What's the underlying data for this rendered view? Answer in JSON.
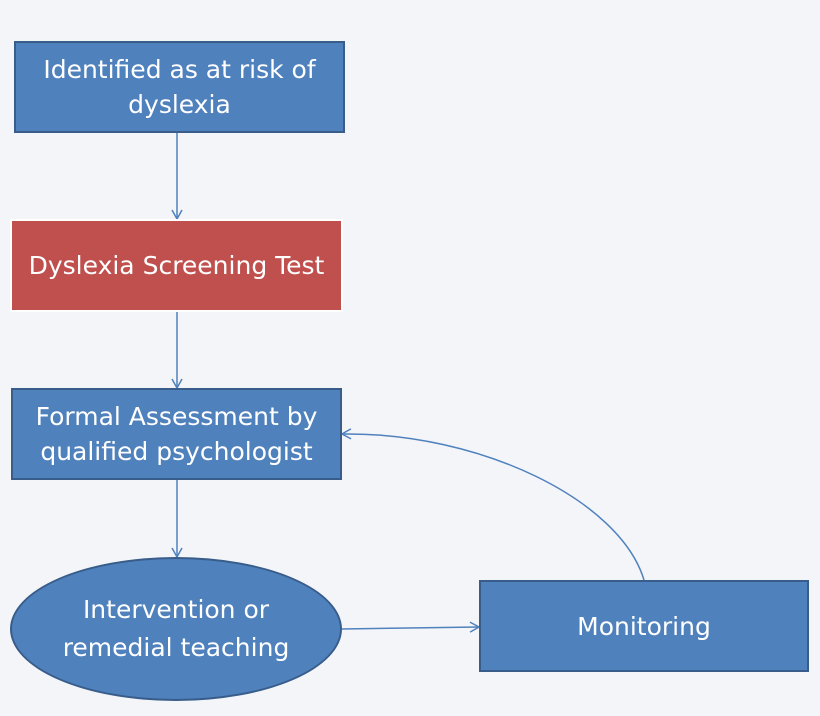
{
  "nodes": {
    "identified": "Identified as at risk of dyslexia",
    "screening": "Dyslexia Screening Test",
    "assessment": "Formal Assessment by qualified psychologist",
    "intervention": "Intervention or remedial teaching",
    "monitoring": "Monitoring"
  },
  "colors": {
    "node_fill": "#4f81bd",
    "node_border": "#385d8a",
    "highlight_fill": "#c0504d",
    "arrow": "#4f81bd",
    "background": "#f3f5f9"
  }
}
